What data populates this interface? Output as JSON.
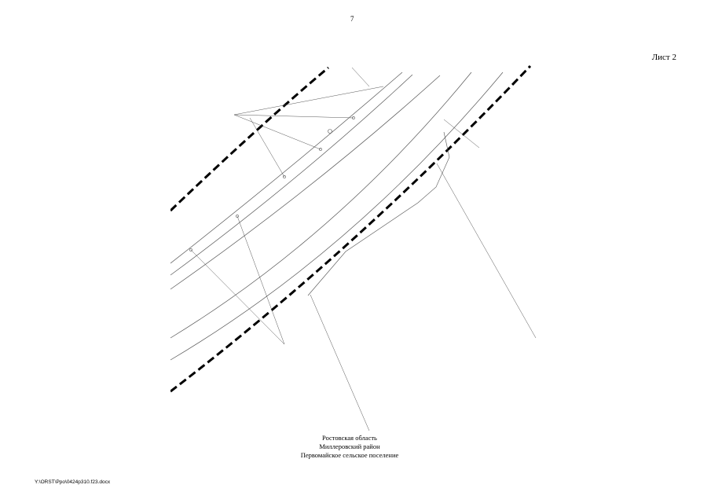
{
  "page": {
    "number": "7",
    "sheet_label": "Лист 2"
  },
  "caption": {
    "region": "Ростовская область",
    "district": "Миллеровский район",
    "settlement": "Первомайское сельское поселение"
  },
  "footer": {
    "file_path": "Y:\\ORST\\Ppo\\0424p310.f23.docx"
  }
}
